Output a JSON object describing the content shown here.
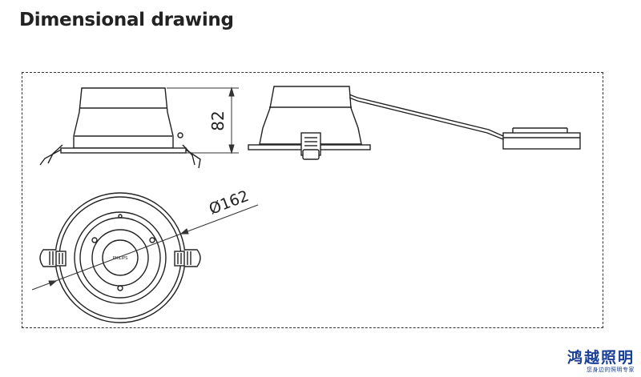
{
  "header": {
    "title": "Dimensional drawing"
  },
  "drawing": {
    "height_dimension": "82",
    "diameter_dimension": "Ø162",
    "lamp_label": "PHILIPS"
  },
  "watermark": {
    "main": "鸿越照明",
    "sub": "您身边的照明专家"
  }
}
